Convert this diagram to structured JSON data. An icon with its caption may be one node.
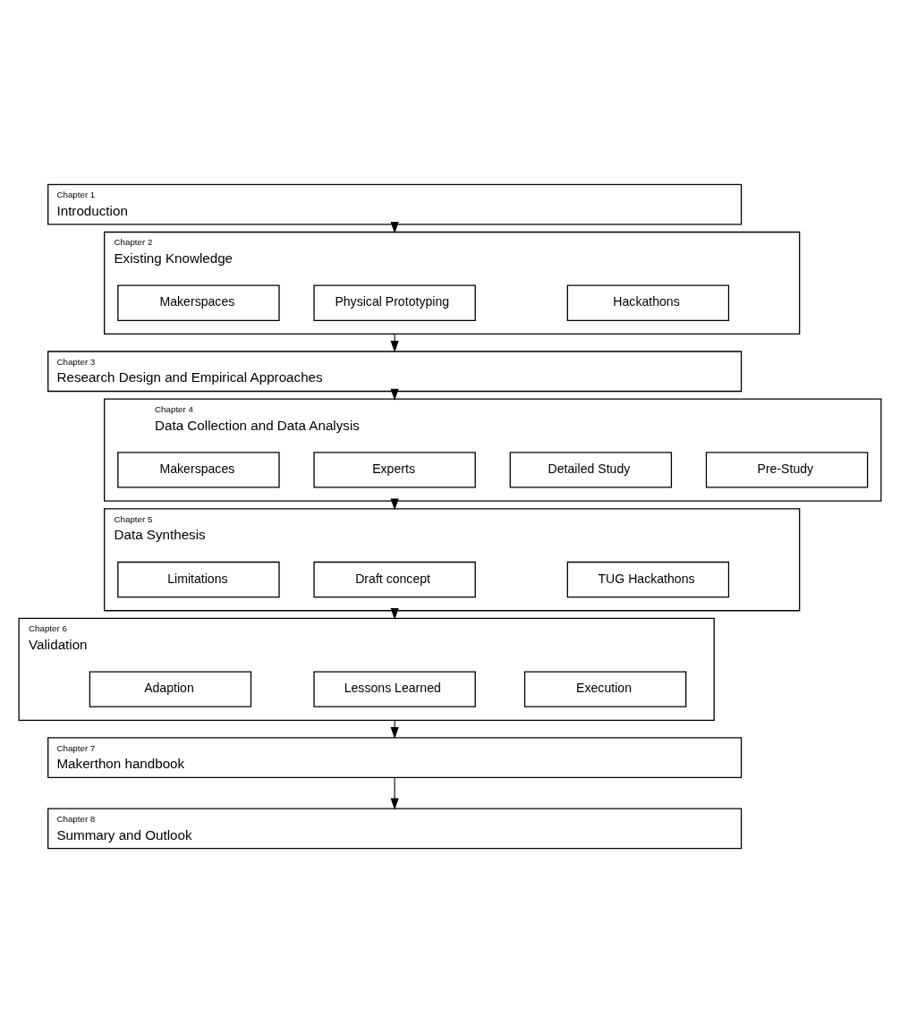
{
  "diagram": {
    "nodes": [
      {
        "text": [
          "Chapter 1",
          "Introduction"
        ]
      },
      {
        "text": [
          "Chapter 2",
          "Existing Knowledge"
        ]
      },
      {
        "text": [
          "Hackathons"
        ],
        "in": 1
      },
      {
        "text": [
          "Physical Prototyping"
        ],
        "in": 1
      },
      {
        "text": [
          "Makerspaces"
        ],
        "in": 1
      },
      {
        "text": [
          "Chapter 3",
          "Research Design and Empirical Approaches"
        ]
      },
      {
        "text": [
          "Chapter 4",
          "Data Collection and Data Analysis"
        ]
      },
      {
        "text": [
          "Pre-Study"
        ],
        "in": 6
      },
      {
        "text": [
          "Detailed Study"
        ],
        "in": 6
      },
      {
        "text": [
          "Experts"
        ],
        "in": 6
      },
      {
        "text": [
          "Makerspaces"
        ],
        "in": 6
      },
      {
        "text": [
          "Chapter 5",
          "Data Synthesis"
        ]
      },
      {
        "text": [
          "TUG Hackathons"
        ],
        "in": 11
      },
      {
        "text": [
          "Draft concept"
        ],
        "in": 11
      },
      {
        "text": [
          "Limitations"
        ],
        "in": 11
      },
      {
        "text": [
          "Chapter 6",
          "Validation"
        ]
      },
      {
        "text": [
          "Execution"
        ],
        "in": 15
      },
      {
        "text": [
          "Lessons Learned"
        ],
        "in": 15
      },
      {
        "text": [
          "Adaption"
        ],
        "in": 15
      },
      {
        "text": [
          "Chapter 7",
          "Makerthon handbook"
        ]
      },
      {
        "text": [
          "Chapter 8",
          "Summary and Outlook"
        ]
      }
    ],
    "edges": [
      {
        "from": 0,
        "to": 1,
        "arrow": "to"
      },
      {
        "from": 1,
        "to": 5,
        "arrow": "to"
      },
      {
        "from": 5,
        "to": 6,
        "arrow": "to"
      },
      {
        "from": 6,
        "to": 11,
        "arrow": "to"
      },
      {
        "from": 11,
        "to": 15,
        "arrow": "to"
      },
      {
        "from": 15,
        "to": 19,
        "arrow": "to"
      },
      {
        "from": 19,
        "to": 20,
        "arrow": "to"
      }
    ]
  }
}
